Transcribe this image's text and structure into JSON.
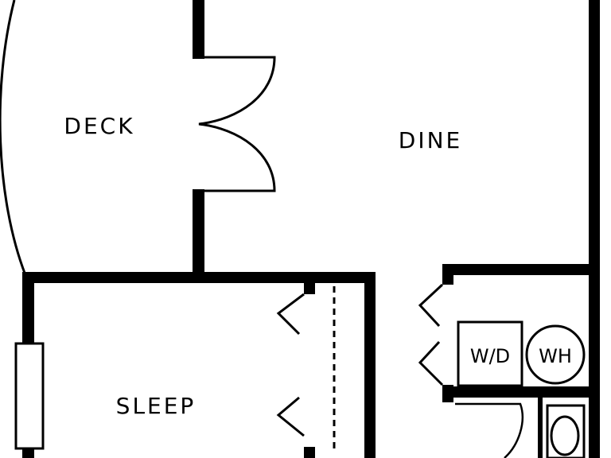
{
  "rooms": {
    "deck": "DECK",
    "dine": "DINE",
    "sleep": "SLEEP"
  },
  "fixtures": {
    "washer_dryer": "W/D",
    "water_heater": "WH"
  }
}
